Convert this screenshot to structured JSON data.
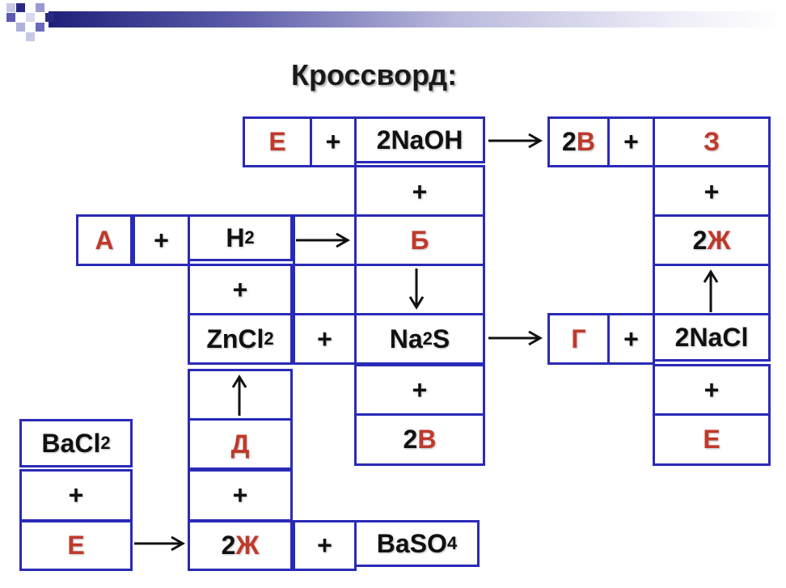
{
  "title": "Кроссворд:",
  "colors": {
    "border": "#2a2ab8",
    "letter": "#c0392b",
    "text": "#111111"
  },
  "cells": {
    "r1_e": "Е",
    "r1_plus": "+",
    "r1_naoh": "2NaOH",
    "r1_2": "2",
    "r1_v": "В",
    "r1_plus2": "+",
    "r1_z": "З",
    "r2_plus1": "+",
    "r2_plus2": "+",
    "r3_a": "А",
    "r3_plus": "+",
    "r3_h": "H",
    "r3_h_sub": "2",
    "r3_b": "Б",
    "r3_2": "2",
    "r3_zh": "Ж",
    "r4_plus": "+",
    "r5_zn": "ZnCl",
    "r5_zn_sub": "2",
    "r5_plus": "+",
    "r5_na": "Na",
    "r5_na_sub": "2",
    "r5_s": "S",
    "r5_g": "Г",
    "r5_plus2": "+",
    "r5_nacl": "2NaCl",
    "r6_plus1": "+",
    "r6_plus2": "+",
    "r7_ba": "BaCl",
    "r7_ba_sub": "2",
    "r7_d": "Д",
    "r7_2": "2",
    "r7_v": "В",
    "r7_e": "Е",
    "r8_plus1": "+",
    "r8_plus2": "+",
    "r9_e": "Е",
    "r9_2": "2",
    "r9_zh": "Ж",
    "r9_plus": "+",
    "r9_baso": "BaSO",
    "r9_baso_sub": "4"
  }
}
